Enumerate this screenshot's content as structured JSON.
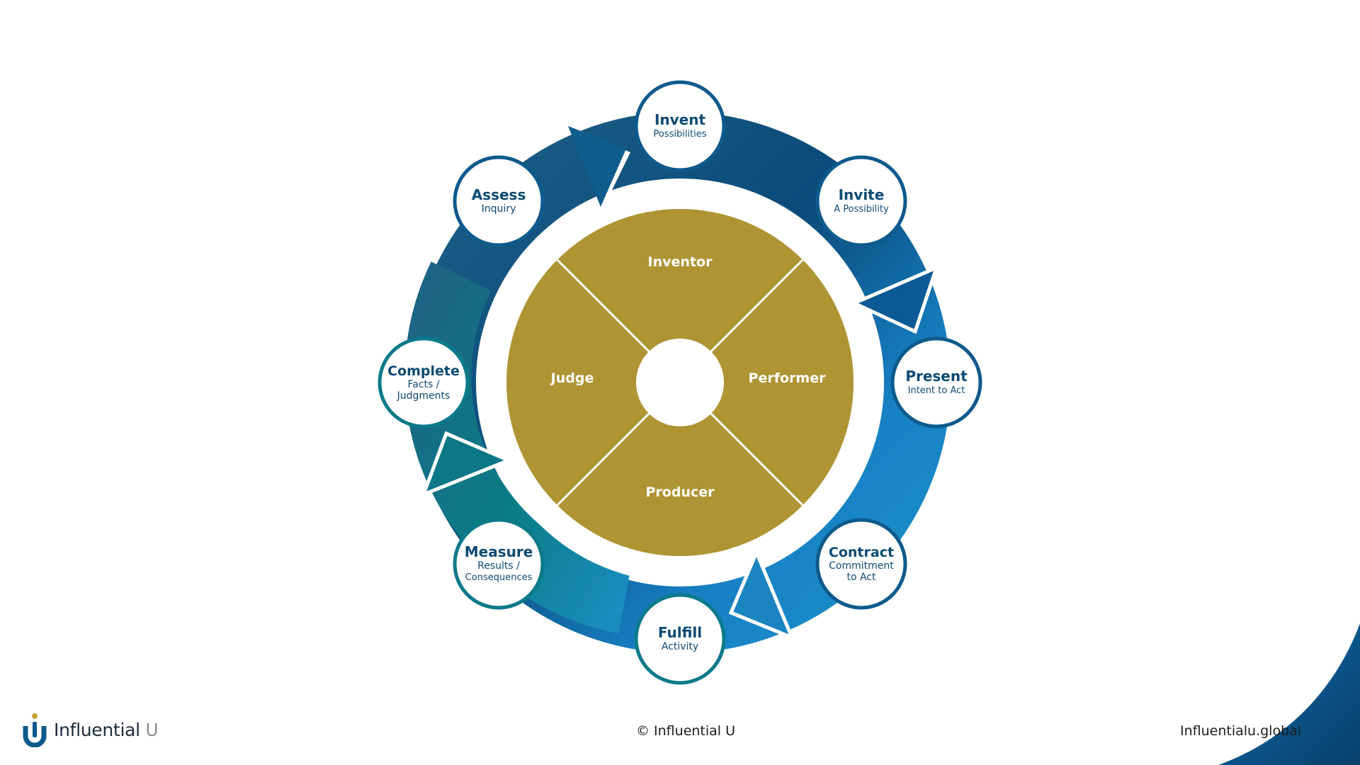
{
  "roles": {
    "top": "Inventor",
    "right": "Performer",
    "bottom": "Producer",
    "left": "Judge"
  },
  "steps": [
    {
      "id": "invent",
      "title": "Invent",
      "lines": [
        "Possibilities"
      ]
    },
    {
      "id": "invite",
      "title": "Invite",
      "lines": [
        "A Possibility"
      ]
    },
    {
      "id": "present",
      "title": "Present",
      "lines": [
        "Intent to Act"
      ]
    },
    {
      "id": "contract",
      "title": "Contract",
      "lines": [
        "Commitment",
        "to Act"
      ]
    },
    {
      "id": "fulfill",
      "title": "Fulfill",
      "lines": [
        "Activity"
      ]
    },
    {
      "id": "measure",
      "title": "Measure",
      "lines": [
        "Results /",
        "Consequences"
      ]
    },
    {
      "id": "complete",
      "title": "Complete",
      "lines": [
        "Facts /",
        "Judgments"
      ]
    },
    {
      "id": "assess",
      "title": "Assess",
      "lines": [
        "Inquiry"
      ]
    }
  ],
  "footer": {
    "brand_name": "Influential",
    "brand_suffix": "U",
    "copyright": "© Influential U",
    "website": "Influentialu.global"
  },
  "colors": {
    "ring_dark": "#0b4a78",
    "ring_mid": "#1a7fbf",
    "ring_teal": "#0b8088",
    "quadrant": "#ae9433",
    "step_text": "#0d4a73",
    "accent": "#c8a43a"
  }
}
